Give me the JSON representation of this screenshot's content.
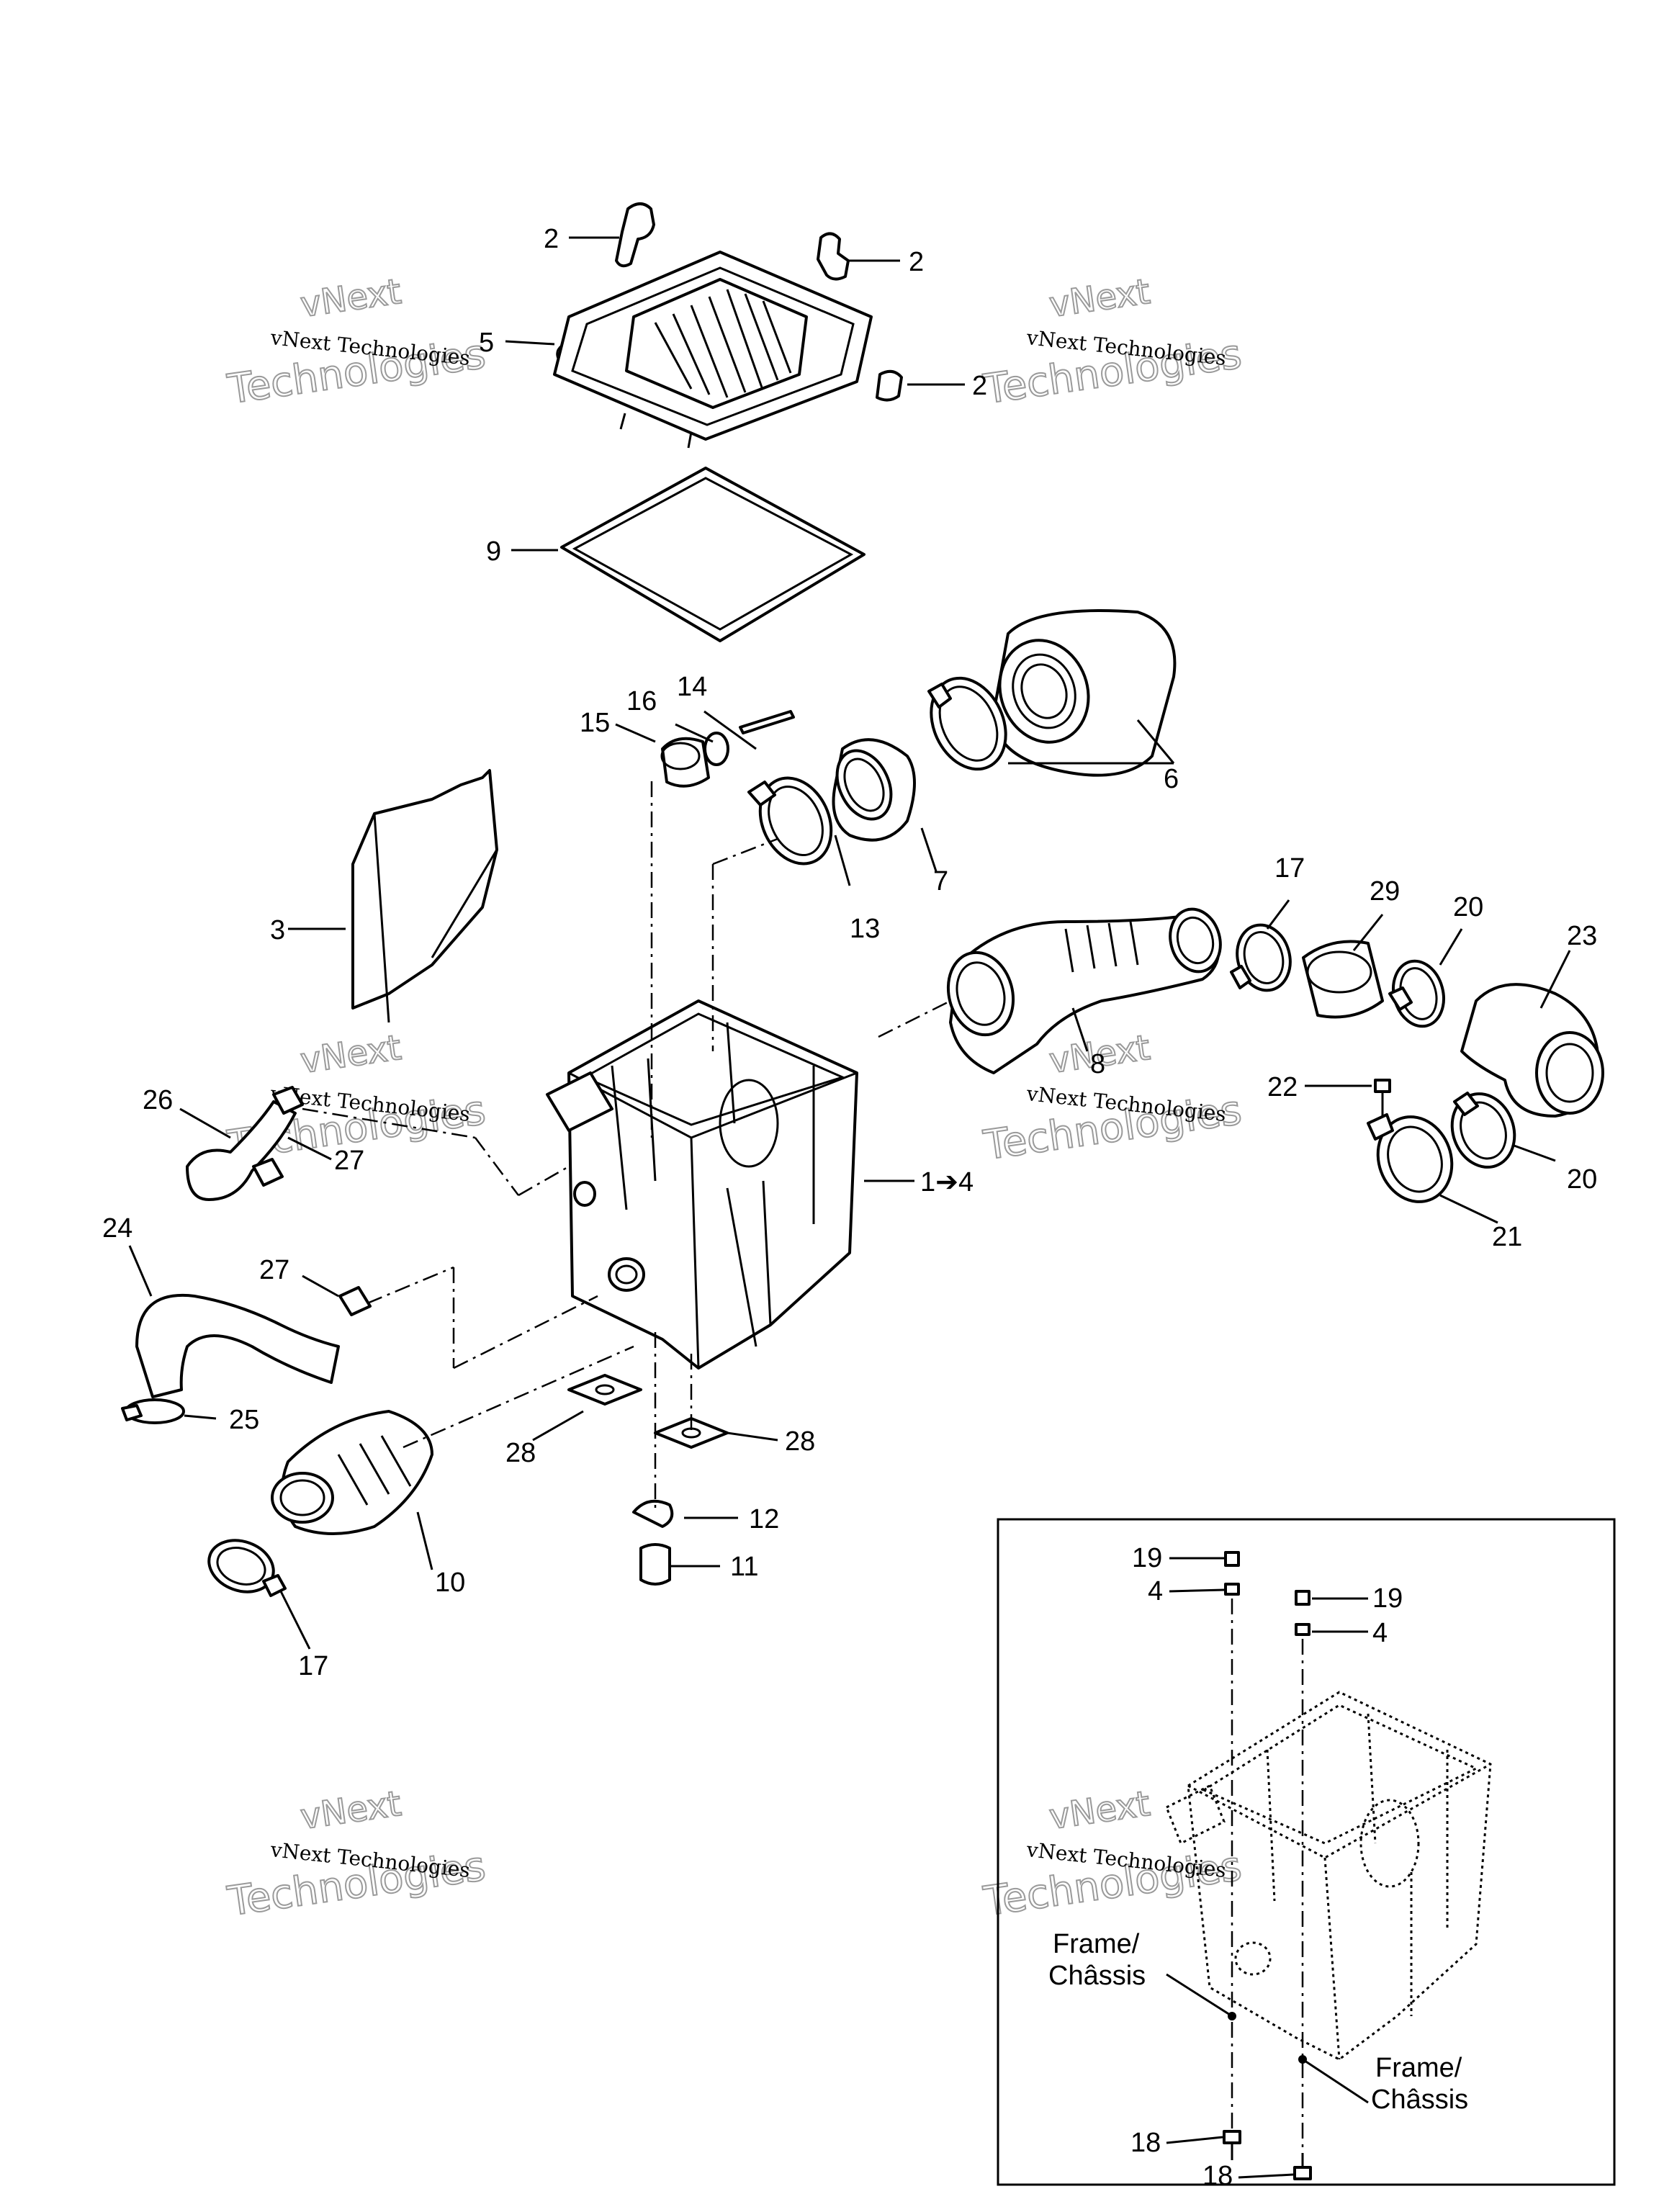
{
  "callouts": {
    "c2a": "2",
    "c2b": "2",
    "c2c": "2",
    "c5": "5",
    "c9": "9",
    "c14": "14",
    "c16": "16",
    "c15": "15",
    "c6": "6",
    "c13": "13",
    "c7": "7",
    "c3": "3",
    "c17a": "17",
    "c29": "29",
    "c20a": "20",
    "c23": "23",
    "c8": "8",
    "c22": "22",
    "c20b": "20",
    "c21": "21",
    "c26": "26",
    "c27a": "27",
    "c1to4": "1➔4",
    "c24": "24",
    "c27b": "27",
    "c25": "25",
    "c28a": "28",
    "c28b": "28",
    "c12": "12",
    "c11": "11",
    "c10": "10",
    "c17b": "17"
  },
  "inset": {
    "c19a": "19",
    "c4a": "4",
    "c19b": "19",
    "c4b": "4",
    "c18a": "18",
    "c18b": "18",
    "frame_a_line1": "Frame/",
    "frame_a_line2": "Châssis",
    "frame_b_line1": "Frame/",
    "frame_b_line2": "Châssis"
  },
  "watermark": {
    "small_text": "vNext Technologies",
    "big_line1": "vNext",
    "big_line2": "Technologies"
  }
}
